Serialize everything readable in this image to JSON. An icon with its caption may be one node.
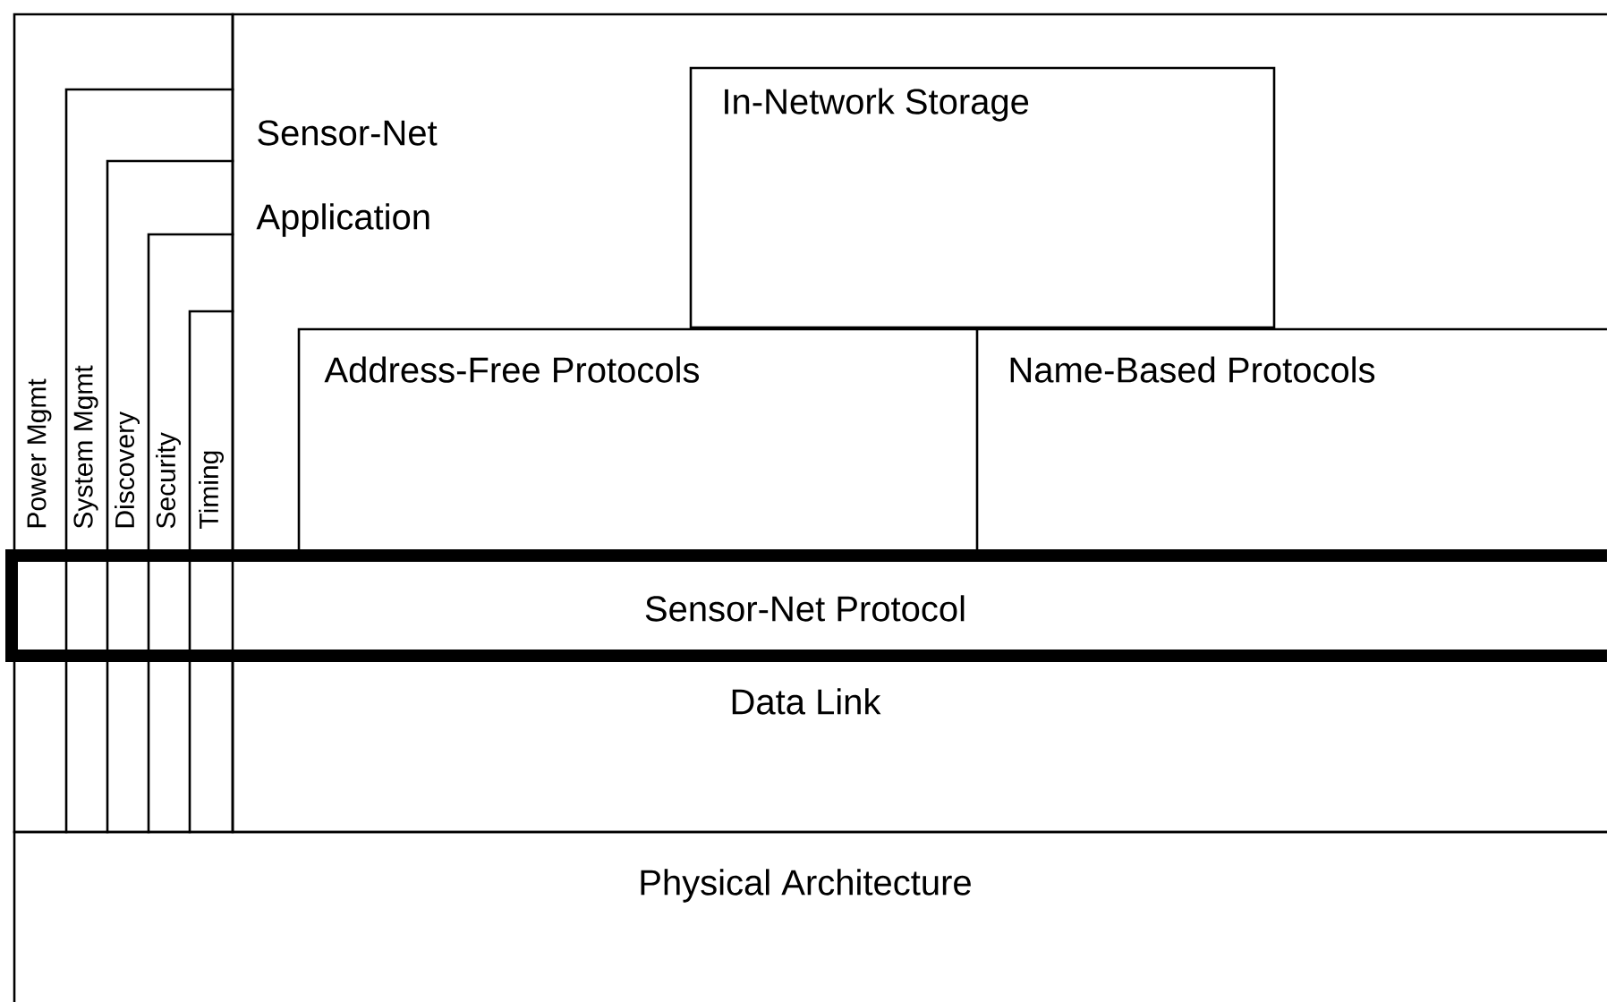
{
  "diagram": {
    "nodes": [
      {
        "text": [
          "Sensor-Net Application"
        ]
      },
      {
        "text": [
          "In-Network Storage"
        ],
        "in": 0
      },
      {
        "text": [
          "Address-Free Protocols"
        ],
        "in": 0
      },
      {
        "text": [
          "Name-Based Protocols"
        ],
        "in": 0
      },
      {
        "text": [
          "Power Mgmt"
        ]
      },
      {
        "text": [
          "System Mgmt"
        ],
        "in": 4
      },
      {
        "text": [
          "Discovery"
        ],
        "in": 5
      },
      {
        "text": [
          "Security"
        ],
        "in": 6
      },
      {
        "text": [
          "Timing"
        ],
        "in": 7
      },
      {
        "text": [
          "Sensor-Net Protocol"
        ]
      },
      {
        "text": [
          "Data Link"
        ]
      },
      {
        "text": [
          "Physical Architecture"
        ]
      }
    ]
  }
}
